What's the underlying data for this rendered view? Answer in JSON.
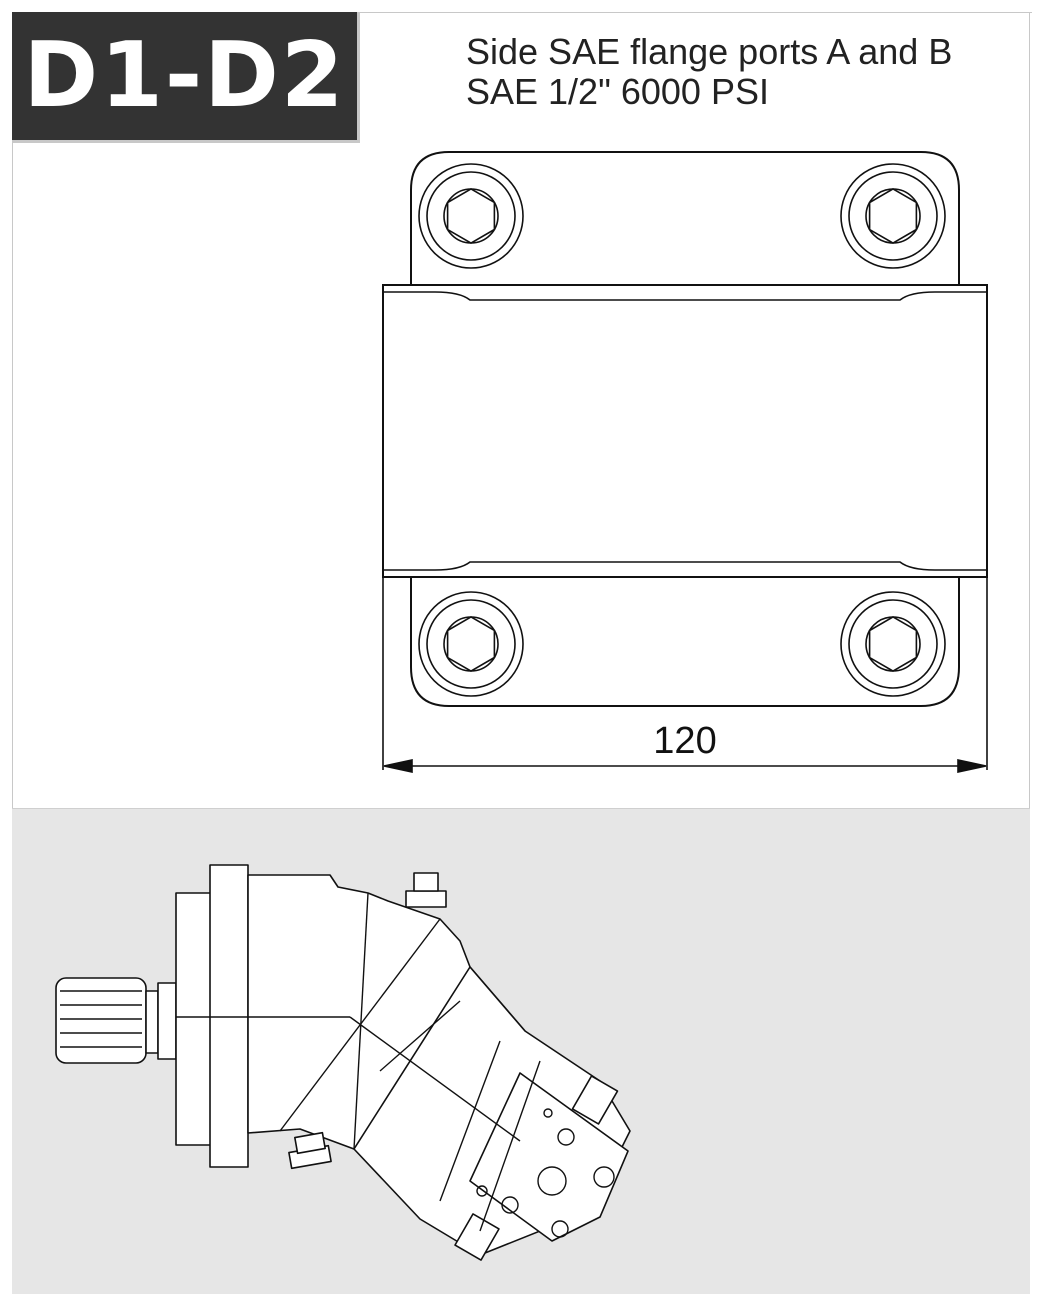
{
  "header": {
    "code": "D1-D2",
    "title_line1": "Side SAE flange ports A and B",
    "title_line2": "SAE 1/2\" 6000 PSI"
  },
  "drawing": {
    "dimension_width": "120"
  },
  "colors": {
    "code_background": "#333333",
    "panel_background": "#e6e6e6",
    "line": "#111111"
  },
  "icons": [
    "hex-bolt-icon",
    "dimension-arrow-icon"
  ]
}
